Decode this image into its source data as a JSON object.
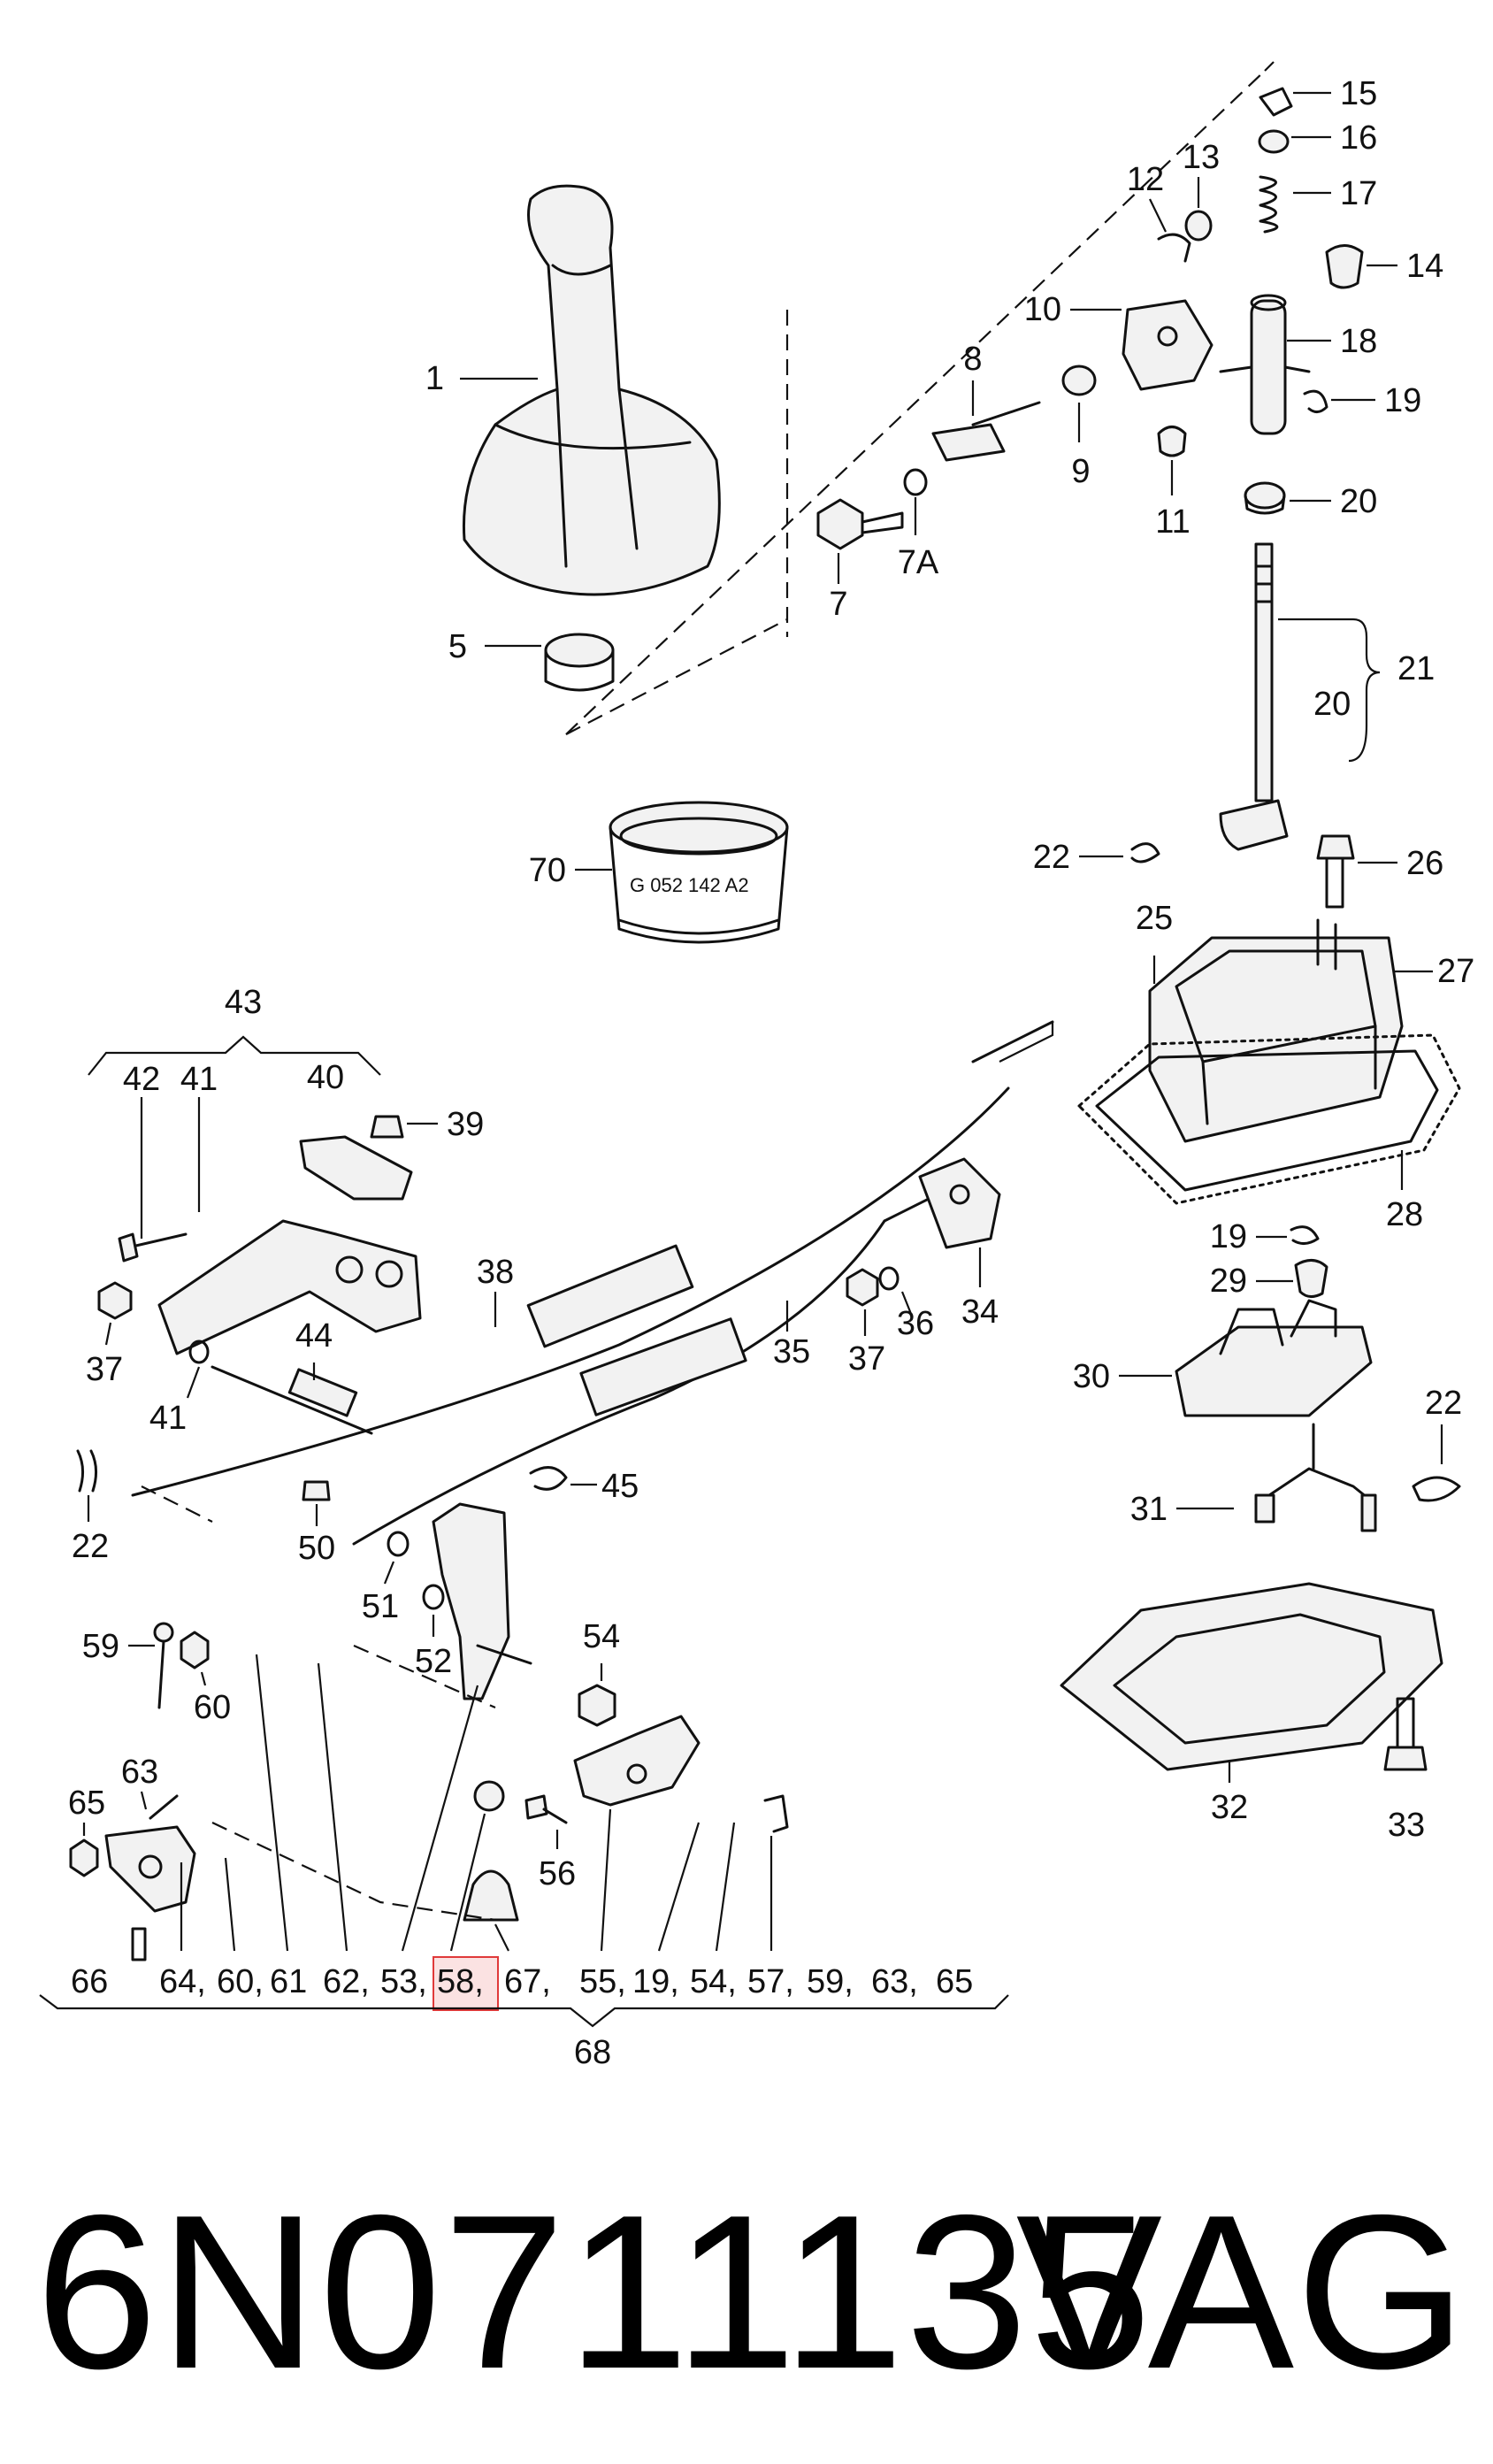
{
  "diagram": {
    "callouts": {
      "p1": "1",
      "p5": "5",
      "p7": "7",
      "p7a": "7A",
      "p8": "8",
      "p9": "9",
      "p10": "10",
      "p11": "11",
      "p12": "12",
      "p13": "13",
      "p14": "14",
      "p15": "15",
      "p16": "16",
      "p17": "17",
      "p18": "18",
      "p19a": "19",
      "p20a": "20",
      "p20b": "20",
      "p21": "21",
      "p22a": "22",
      "p22b": "22",
      "p22c": "22",
      "p25": "25",
      "p26": "26",
      "p27": "27",
      "p28": "28",
      "p19b": "19",
      "p29": "29",
      "p30": "30",
      "p31": "31",
      "p32": "32",
      "p33": "33",
      "p34": "34",
      "p35": "35",
      "p36": "36",
      "p37a": "37",
      "p37b": "37",
      "p38": "38",
      "p39": "39",
      "p40": "40",
      "p41a": "41",
      "p41b": "41",
      "p42": "42",
      "p43": "43",
      "p44": "44",
      "p45": "45",
      "p50": "50",
      "p51": "51",
      "p52": "52",
      "p54": "54",
      "p56": "56",
      "p59": "59",
      "p60": "60",
      "p63": "63",
      "p65": "65",
      "p70": "70",
      "p68": "68"
    },
    "kit_list": {
      "items": [
        "66",
        "64,",
        "60,",
        "61",
        "62,",
        "53,",
        "58,",
        "67,",
        "55,",
        "19,",
        "54,",
        "57,",
        "59,",
        "63,",
        "65"
      ],
      "highlighted": "58,",
      "highlight_color": "#e03a3a"
    },
    "sleeve_marking": "G 052 142 A2"
  },
  "caption": {
    "part_number": "6N0711135",
    "brand": "VAG"
  }
}
